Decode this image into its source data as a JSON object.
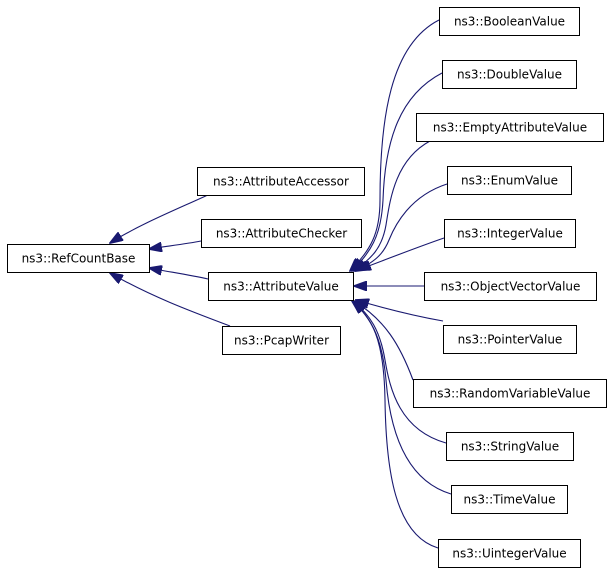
{
  "colors": {
    "edge": "#191970",
    "box_border": "#000000",
    "background": "#ffffff"
  },
  "nodes": [
    {
      "id": "refcountbase",
      "label": "ns3::RefCountBase"
    },
    {
      "id": "attributeaccessor",
      "label": "ns3::AttributeAccessor"
    },
    {
      "id": "attributechecker",
      "label": "ns3::AttributeChecker"
    },
    {
      "id": "attributevalue",
      "label": "ns3::AttributeValue"
    },
    {
      "id": "pcapwriter",
      "label": "ns3::PcapWriter"
    },
    {
      "id": "booleanvalue",
      "label": "ns3::BooleanValue"
    },
    {
      "id": "doublevalue",
      "label": "ns3::DoubleValue"
    },
    {
      "id": "emptyattributevalue",
      "label": "ns3::EmptyAttributeValue"
    },
    {
      "id": "enumvalue",
      "label": "ns3::EnumValue"
    },
    {
      "id": "integervalue",
      "label": "ns3::IntegerValue"
    },
    {
      "id": "objectvectorvalue",
      "label": "ns3::ObjectVectorValue"
    },
    {
      "id": "pointervalue",
      "label": "ns3::PointerValue"
    },
    {
      "id": "randomvariablevalue",
      "label": "ns3::RandomVariableValue"
    },
    {
      "id": "stringvalue",
      "label": "ns3::StringValue"
    },
    {
      "id": "timevalue",
      "label": "ns3::TimeValue"
    },
    {
      "id": "uintegervalue",
      "label": "ns3::UintegerValue"
    }
  ],
  "edges": [
    {
      "from": "attributeaccessor",
      "to": "refcountbase"
    },
    {
      "from": "attributechecker",
      "to": "refcountbase"
    },
    {
      "from": "attributevalue",
      "to": "refcountbase"
    },
    {
      "from": "pcapwriter",
      "to": "refcountbase"
    },
    {
      "from": "booleanvalue",
      "to": "attributevalue"
    },
    {
      "from": "doublevalue",
      "to": "attributevalue"
    },
    {
      "from": "emptyattributevalue",
      "to": "attributevalue"
    },
    {
      "from": "enumvalue",
      "to": "attributevalue"
    },
    {
      "from": "integervalue",
      "to": "attributevalue"
    },
    {
      "from": "objectvectorvalue",
      "to": "attributevalue"
    },
    {
      "from": "pointervalue",
      "to": "attributevalue"
    },
    {
      "from": "randomvariablevalue",
      "to": "attributevalue"
    },
    {
      "from": "stringvalue",
      "to": "attributevalue"
    },
    {
      "from": "timevalue",
      "to": "attributevalue"
    },
    {
      "from": "uintegervalue",
      "to": "attributevalue"
    }
  ]
}
